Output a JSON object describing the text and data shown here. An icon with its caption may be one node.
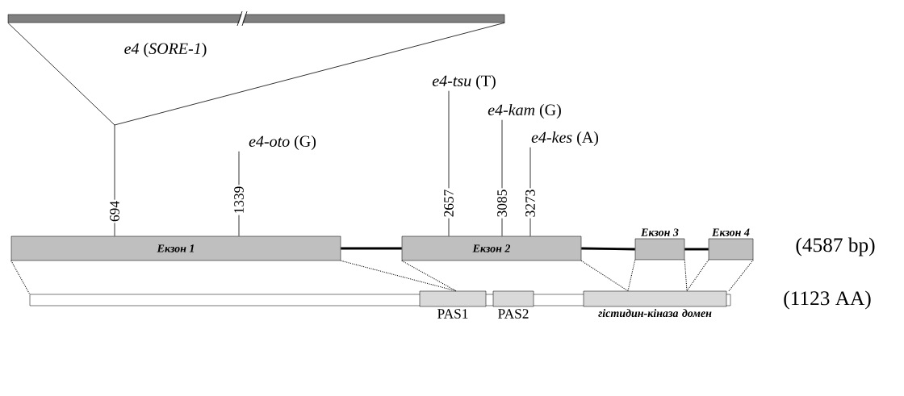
{
  "diagram": {
    "nodes": [
      {
        "text": [],
        "shape": "bar",
        "beside": [
          "*e4* (*SORE-1*)"
        ]
      },
      {
        "text": [
          "*e4-tsu* (T)"
        ]
      },
      {
        "text": [
          "*e4-kam* (G)"
        ]
      },
      {
        "text": [
          "*e4-oto* (G)"
        ]
      },
      {
        "text": [
          "*e4-kes* (A)"
        ]
      },
      {
        "text": [
          "Екзон 1"
        ]
      },
      {
        "text": [
          "Екзон 2"
        ]
      },
      {
        "text": [
          "Екзон 3"
        ]
      },
      {
        "text": [
          "Екзон 4"
        ]
      },
      {
        "text": [],
        "shape": "bar"
      },
      {
        "text": [
          "PAS1"
        ]
      },
      {
        "text": [
          "PAS2"
        ]
      },
      {
        "text": [
          "гістидин-кіназа домен"
        ]
      }
    ],
    "edges": [
      {
        "from": 0,
        "to": 5,
        "arrow": "none",
        "label": "694"
      },
      {
        "from": 1,
        "to": 6,
        "arrow": "none",
        "label": "2657"
      },
      {
        "from": 2,
        "to": 6,
        "arrow": "none",
        "label": "3085"
      },
      {
        "from": 3,
        "to": 5,
        "arrow": "none",
        "label": "1339"
      },
      {
        "from": 4,
        "to": 6,
        "arrow": "none",
        "label": "3273"
      },
      {
        "from": 5,
        "to": 6,
        "arrow": "none",
        "style": "thick"
      },
      {
        "from": 6,
        "to": 7,
        "arrow": "none",
        "style": "thick"
      },
      {
        "from": 7,
        "to": 8,
        "arrow": "none",
        "style": "thick"
      },
      {
        "from": 5,
        "to": 9,
        "arrow": "none",
        "style": "dashed"
      },
      {
        "from": 5,
        "to": 10,
        "arrow": "none",
        "style": "dashed"
      },
      {
        "from": 6,
        "to": 10,
        "arrow": "none",
        "style": "dashed"
      },
      {
        "from": 6,
        "to": 12,
        "arrow": "none",
        "style": "dashed"
      },
      {
        "from": 7,
        "to": 12,
        "arrow": "none",
        "style": "dashed"
      },
      {
        "from": 7,
        "to": 12,
        "arrow": "none",
        "style": "dashed"
      },
      {
        "from": 8,
        "to": 12,
        "arrow": "none",
        "style": "dashed"
      },
      {
        "from": 8,
        "to": 12,
        "arrow": "none",
        "style": "dashed"
      }
    ],
    "labels": [
      "(4587 bp)",
      "(1123 AA)"
    ]
  }
}
